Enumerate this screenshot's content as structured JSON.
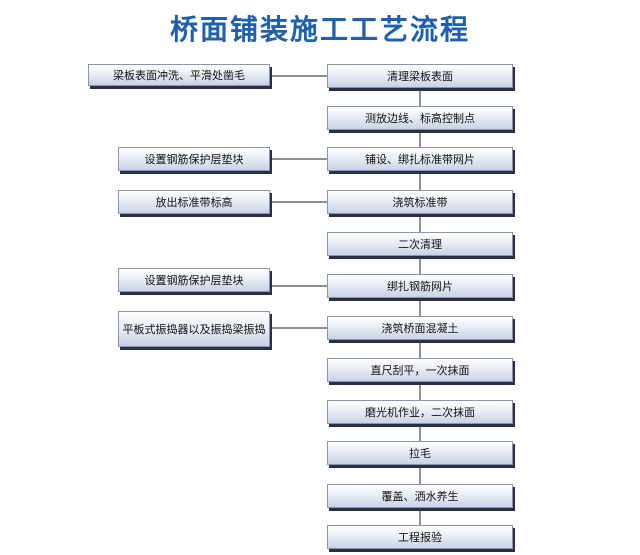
{
  "title": "桥面铺装施工工艺流程",
  "main_steps": [
    "清理梁板表面",
    "测放边线、标高控制点",
    "铺设、绑扎标准带网片",
    "浇筑标准带",
    "二次清理",
    "绑扎钢筋网片",
    "浇筑桥面混凝土",
    "直尺刮平，一次抹面",
    "磨光机作业，二次抹面",
    "拉毛",
    "覆盖、洒水养生",
    "工程报验"
  ],
  "side_steps": [
    {
      "text": "梁板表面冲洗、平滑处凿毛",
      "connects_to": 0
    },
    {
      "text": "设置钢筋保护层垫块",
      "connects_to": 2
    },
    {
      "text": "放出标准带标高",
      "connects_to": 3
    },
    {
      "text": "设置钢筋保护层垫块",
      "connects_to": 5
    },
    {
      "text": "平板式振捣器以及振捣梁振捣",
      "connects_to": 6
    }
  ]
}
